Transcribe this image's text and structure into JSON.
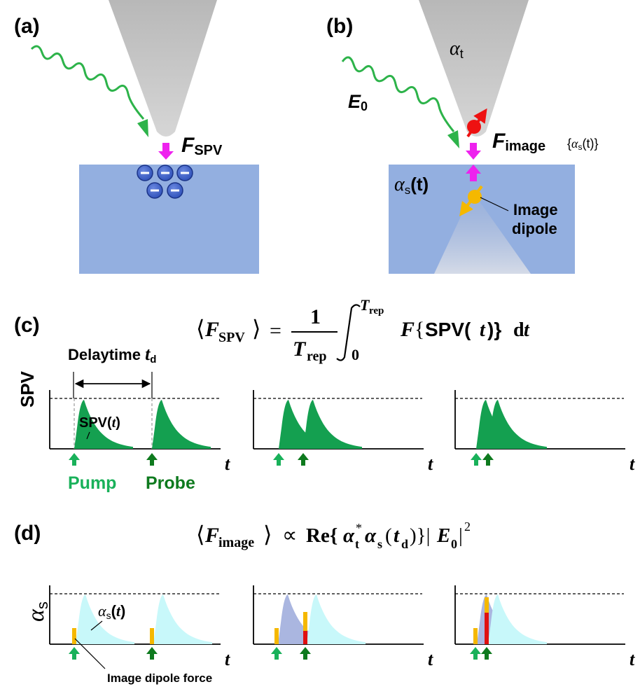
{
  "panels": {
    "a": {
      "label": "(a)",
      "force_main": "F",
      "force_sub": "SPV"
    },
    "b": {
      "label": "(b)",
      "alpha_t_main": "α",
      "alpha_t_sub": "t",
      "e0_main": "E",
      "e0_sub": "0",
      "force_main": "F",
      "force_sub": "image",
      "force_arg_open": "{",
      "force_arg_alpha": "α",
      "force_arg_sub": "s",
      "force_arg_rest": "(t)}",
      "alpha_s_main": "α",
      "alpha_s_sub": "s",
      "alpha_s_rest": "(t)",
      "image_dipole_line1": "Image",
      "image_dipole_line2": "dipole"
    },
    "c": {
      "label": "(c)",
      "eq_lhs_open": "⟨",
      "eq_lhs_F": "F",
      "eq_lhs_sub": "SPV",
      "eq_lhs_close": "⟩",
      "eq_equals": "=",
      "eq_num": "1",
      "eq_den_T": "T",
      "eq_den_sub": "rep",
      "eq_int_upper_T": "T",
      "eq_int_upper_sub": "rep",
      "eq_int_lower": "0",
      "eq_integrand_F": "F",
      "eq_integrand_open": "{",
      "eq_integrand_spv": "SPV(",
      "eq_integrand_t": "t",
      "eq_integrand_close": ")}",
      "eq_d": "d",
      "eq_dt": "t",
      "delay_main": "Delaytime ",
      "delay_t": "t",
      "delay_sub": "d",
      "ylabel": "SPV",
      "curve_label_main": "SPV(",
      "curve_label_t": "t",
      "curve_label_close": ")",
      "xlabel": "t",
      "pump_label": "Pump",
      "probe_label": "Probe"
    },
    "d": {
      "label": "(d)",
      "eq_open": "⟨",
      "eq_F": "F",
      "eq_sub": "image",
      "eq_close": "⟩",
      "eq_prop": "∝",
      "eq_re": "Re{",
      "eq_alpha_t": "α",
      "eq_alpha_t_sup": "*",
      "eq_alpha_t_sub": "t",
      "eq_alpha_s": "α",
      "eq_alpha_s_sub": "s",
      "eq_arg_open": "(",
      "eq_arg_t": "t",
      "eq_arg_sub": "d",
      "eq_arg_close": ")}|",
      "eq_E": "E",
      "eq_E_sub": "0",
      "eq_E_close": "|",
      "eq_E_sup": "2",
      "ylabel_main": "α",
      "ylabel_sub": "s",
      "curve_label_main": "α",
      "curve_label_sub": "s",
      "curve_label_rest": "(",
      "curve_label_t": "t",
      "curve_label_close": ")",
      "xlabel": "t",
      "force_annotation": "Image dipole force"
    }
  },
  "colors": {
    "substrate": "#93afe0",
    "tip": "#c8c8c8",
    "light_wave": "#2db34a",
    "force_arrow": "#ee22ee",
    "electron": "#3a5cc8",
    "tip_dipole": "#ee1111",
    "image_dipole": "#f5b800",
    "spv_fill": "#14a050",
    "alpha_fill_probe": "#c8f8fa",
    "alpha_fill_pump": "#aab6e0",
    "pump_arrow": "#19b15a",
    "probe_arrow": "#0e7a1e",
    "force_bar_low": "#f5b800",
    "force_bar_high": "#e01010"
  }
}
